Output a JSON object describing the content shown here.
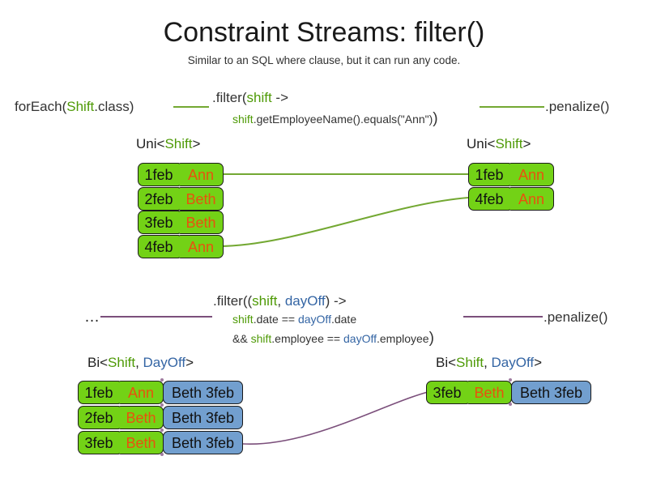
{
  "slide": {
    "title": "Constraint Streams: filter()",
    "subtitle": "Similar to an SQL where clause, but it can run any code."
  },
  "colors": {
    "shift_fill": "#73d216",
    "dayoff_fill": "#729fcf",
    "box_border": "#1a1a1a",
    "shift_token": "#4e9a06",
    "dayoff_token": "#3465a4",
    "name_text": "#e8520e",
    "uni_connector": "#73a832",
    "bi_connector": "#7b4f7b"
  },
  "uni_section": {
    "source_label": {
      "prefix": "forEach(",
      "type": "Shift",
      "suffix": ".class)"
    },
    "filter_code": {
      "line1_head": ".filter(",
      "line1_param": "shift",
      "line1_tail": " ->",
      "line2_param": "shift",
      "line2_tail": ".getEmployeeName().equals(\"Ann\")",
      "line2_close": ")"
    },
    "penalize_label": ".penalize()",
    "input_stream": {
      "label_prefix": "Uni<",
      "label_type": "Shift",
      "label_suffix": ">",
      "rows": [
        {
          "date": "1feb",
          "name": "Ann"
        },
        {
          "date": "2feb",
          "name": "Beth"
        },
        {
          "date": "3feb",
          "name": "Beth"
        },
        {
          "date": "4feb",
          "name": "Ann"
        }
      ]
    },
    "output_stream": {
      "label_prefix": "Uni<",
      "label_type": "Shift",
      "label_suffix": ">",
      "rows": [
        {
          "date": "1feb",
          "name": "Ann"
        },
        {
          "date": "4feb",
          "name": "Ann"
        }
      ]
    }
  },
  "bi_section": {
    "source_label": "…",
    "filter_code": {
      "line1_head": ".filter((",
      "line1_param1": "shift",
      "line1_comma": ", ",
      "line1_param2": "dayOff",
      "line1_tail": ") ->",
      "line2_param1": "shift",
      "line2_mid": ".date == ",
      "line2_param2": "dayOff",
      "line2_tail": ".date",
      "line3_head": "&& ",
      "line3_param1": "shift",
      "line3_mid": ".employee == ",
      "line3_param2": "dayOff",
      "line3_tail": ".employee",
      "line3_close": ")"
    },
    "penalize_label": ".penalize()",
    "input_stream": {
      "label_prefix": "Bi<",
      "label_type1": "Shift",
      "label_comma": ", ",
      "label_type2": "DayOff",
      "label_suffix": ">",
      "rows": [
        {
          "date": "1feb",
          "name": "Ann",
          "dayoff": "Beth 3feb"
        },
        {
          "date": "2feb",
          "name": "Beth",
          "dayoff": "Beth 3feb"
        },
        {
          "date": "3feb",
          "name": "Beth",
          "dayoff": "Beth 3feb"
        }
      ]
    },
    "output_stream": {
      "label_prefix": "Bi<",
      "label_type1": "Shift",
      "label_comma": ", ",
      "label_type2": "DayOff",
      "label_suffix": ">",
      "rows": [
        {
          "date": "3feb",
          "name": "Beth",
          "dayoff": "Beth 3feb"
        }
      ]
    }
  }
}
